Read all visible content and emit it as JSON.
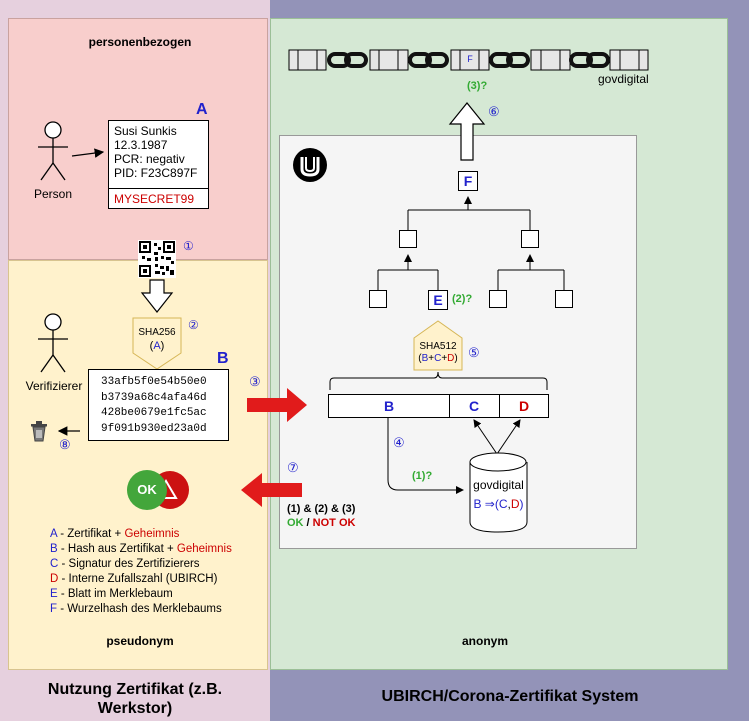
{
  "panels": {
    "personal": "personenbezogen",
    "pseudonym": "pseudonym",
    "anonym": "anonym",
    "left_title": "Nutzung Zertifikat (z.B. Werkstor)",
    "right_title": "UBIRCH/Corona-Zertifikat System"
  },
  "actors": {
    "person": "Person",
    "verifier": "Verifizierer"
  },
  "cert": {
    "label": "A",
    "lines": [
      "Susi Sunkis",
      "12.3.1987",
      "PCR: negativ",
      "PID: F23C897F"
    ],
    "secret": "MYSECRET99"
  },
  "hash_box": {
    "label": "B",
    "lines": [
      "33afb5f0e54b50e0",
      "b3739a68c4afa46d",
      "428be0679e1fc5ac",
      "9f091b930ed23a0d"
    ]
  },
  "sha256": {
    "name": "SHA256",
    "arg": "A"
  },
  "sha512": {
    "name": "SHA512",
    "b": "B",
    "c": "C",
    "d": "D"
  },
  "record": {
    "b": "B",
    "c": "C",
    "d": "D"
  },
  "db": {
    "name": "govdigital",
    "b": "B",
    "arrow": "⇒",
    "c": "C",
    "d": "D"
  },
  "chain": {
    "name": "govdigital",
    "f": "F"
  },
  "tree": {
    "f": "F",
    "e": "E"
  },
  "questions": {
    "q1": "(1)?",
    "q2": "(2)?",
    "q3": "(3)?"
  },
  "result": {
    "cond": "(1) & (2) & (3)",
    "ok": "OK",
    "sep": " / ",
    "not_ok": "NOT OK"
  },
  "badge": {
    "ok": "OK"
  },
  "steps": [
    "①",
    "②",
    "③",
    "④",
    "⑤",
    "⑥",
    "⑦",
    "⑧"
  ],
  "legend": [
    {
      "key": "A",
      "text": " - Zertifikat + ",
      "extra": "Geheimnis",
      "color": "#2222cc"
    },
    {
      "key": "B",
      "text": " - Hash aus Zertifikat + ",
      "extra": "Geheimnis",
      "color": "#2222cc"
    },
    {
      "key": "C",
      "text": " - Signatur des Zertifizierers",
      "extra": "",
      "color": "#2222cc"
    },
    {
      "key": "D",
      "text": " - Interne Zufallszahl (UBIRCH)",
      "extra": "",
      "color": "#cc0000"
    },
    {
      "key": "E",
      "text": " - Blatt im Merklebaum",
      "extra": "",
      "color": "#2222cc"
    },
    {
      "key": "F",
      "text": " - Wurzelhash des Merklebaums",
      "extra": "",
      "color": "#2222cc"
    }
  ],
  "colors": {
    "blue": "#2222cc",
    "red": "#cc0000",
    "green": "#33aa33",
    "arrow_red": "#e11b1b",
    "left_bg": "#e6d0de",
    "right_bg": "#9393b8",
    "pink": "#f8cecc",
    "yellow": "#fff2cc",
    "green_bg": "#d5e8d4"
  }
}
